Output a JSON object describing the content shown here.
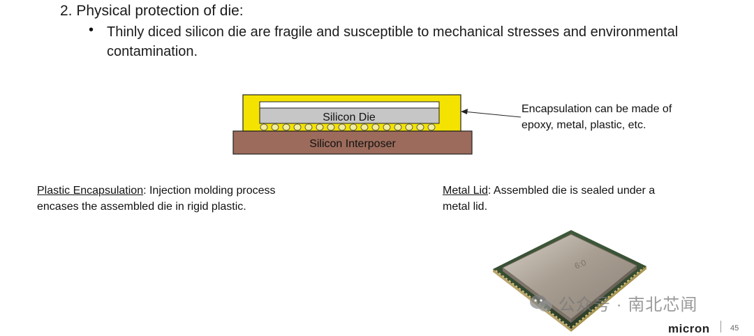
{
  "slide": {
    "heading": "2. Physical protection of die:",
    "bullet_marker": "•",
    "bullet_text": "Thinly diced silicon die are fragile and susceptible to mechanical stresses and environmental contamination."
  },
  "diagram": {
    "die_label": "Silicon Die",
    "interposer_label": "Silicon Interposer",
    "callout_line1": "Encapsulation can be made of",
    "callout_line2": "epoxy, metal, plastic, etc.",
    "colors": {
      "encapsulation": "#f4e300",
      "die": "#c6c6c6",
      "interposer": "#9c6b5b",
      "bumps": "#f2ec9e"
    }
  },
  "left_col": {
    "title": "Plastic Encapsulation",
    "text_line1": ":  Injection molding process",
    "text_line2": "encases the assembled die in rigid plastic."
  },
  "right_col": {
    "title": "Metal Lid",
    "text_line1": ":  Assembled die is sealed under a",
    "text_line2": "metal lid."
  },
  "watermark": {
    "icon": "wechat-icon",
    "text": "公众号 · 南北芯闻"
  },
  "footer": {
    "logo": "micron",
    "page_number": "45"
  }
}
